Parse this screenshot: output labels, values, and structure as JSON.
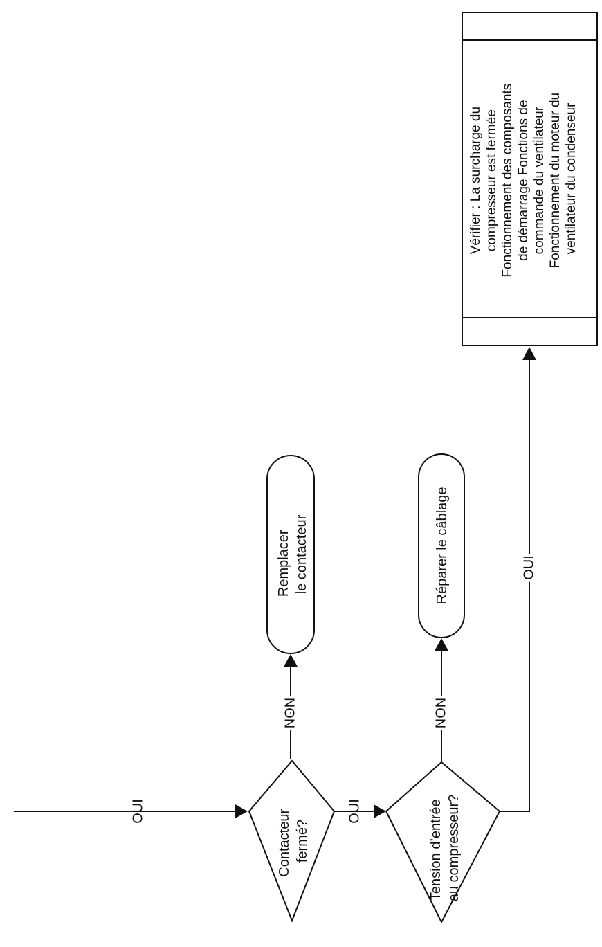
{
  "decisions": {
    "contactor": {
      "lines": [
        "Contacteur",
        "fermé?"
      ]
    },
    "voltage": {
      "lines": [
        "Tension d’entrée",
        "au compresseur?"
      ]
    }
  },
  "terminals": {
    "replace_contactor": {
      "lines": [
        "Remplacer",
        "le contacteur"
      ]
    },
    "repair_wiring": {
      "lines": [
        "Réparer le câblage"
      ]
    }
  },
  "process": {
    "check": {
      "lines": [
        "Vérifier : La surcharge du",
        "compresseur est fermée",
        "Fonctionnement des composants",
        "de démarrage Fonctions de",
        "commande du ventilateur",
        "Fonctionnement du moteur du",
        "ventilateur du condenseur"
      ]
    }
  },
  "edges": {
    "entry_yes": "OUI",
    "contactor_yes": "OUI",
    "contactor_no": "NON",
    "voltage_no": "NON",
    "voltage_yes": "OUI"
  }
}
